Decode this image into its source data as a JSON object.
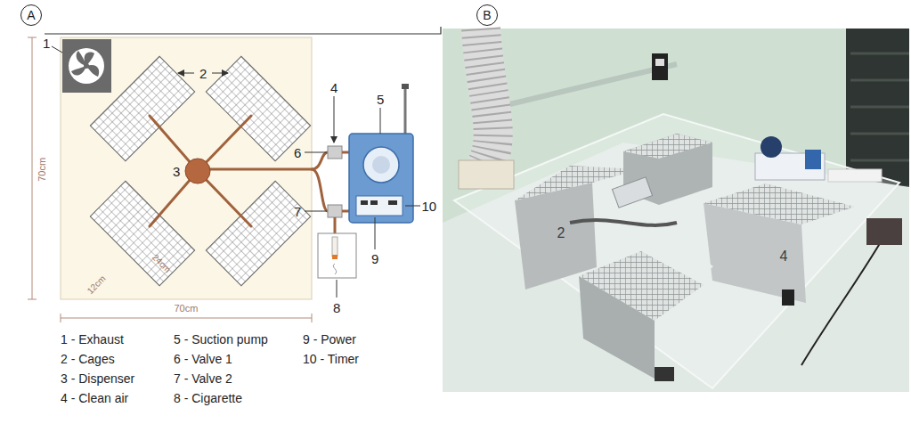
{
  "diagram": {
    "nodes": [
      {
        "text": [
          "A"
        ]
      },
      {
        "text": [
          "B"
        ]
      }
    ],
    "labels": [
      "1",
      "2",
      "3",
      "4",
      "5",
      "6",
      "7",
      "8",
      "9",
      "10",
      "70cm",
      "70cm",
      "12cm",
      "24cm",
      "1 - Exhaust",
      "2 - Cages",
      "3 - Dispenser",
      "4 - Clean air",
      "5 - Suction pump",
      "6 - Valve 1",
      "7 - Valve 2",
      "8 - Cigarette",
      "9 - Power",
      "10 - Timer",
      "2",
      "4"
    ]
  }
}
